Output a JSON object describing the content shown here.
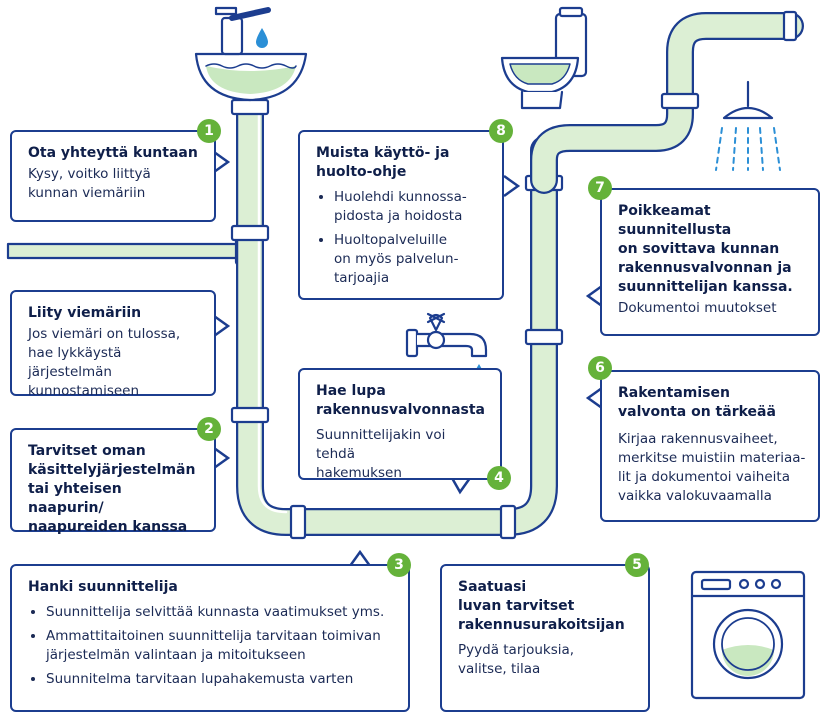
{
  "steps": {
    "s1": {
      "number": "1",
      "title": "Ota yhteyttä kuntaan",
      "lines": [
        "Kysy, voitko liittyä",
        "kunnan viemäriin"
      ]
    },
    "liity": {
      "title": "Liity viemäriin",
      "lines": [
        "Jos viemäri on tulossa,",
        "hae lykkäystä järjestelmän",
        "kunnostamiseen"
      ]
    },
    "s2": {
      "number": "2",
      "title_lines": [
        "Tarvitset oman",
        "käsittelyjärjestelmän",
        "tai yhteisen naapurin/",
        "naapureiden kanssa"
      ]
    },
    "s3": {
      "number": "3",
      "title": "Hanki suunnittelija",
      "bullets": [
        [
          "Suunnittelija selvittää kunnasta vaatimukset yms."
        ],
        [
          "Ammattitaitoinen suunnittelija tarvitaan toimivan",
          "järjestelmän valintaan ja mitoitukseen"
        ],
        [
          "Suunnitelma tarvitaan lupahakemusta varten"
        ]
      ]
    },
    "s4": {
      "number": "4",
      "title_lines": [
        "Hae lupa",
        "rakennusvalvonnasta"
      ],
      "lines": [
        "Suunnittelijakin voi tehdä",
        "hakemuksen"
      ]
    },
    "s5": {
      "number": "5",
      "title_lines": [
        "Saatuasi",
        "luvan tarvitset",
        "rakennusurakoitsijan"
      ],
      "lines": [
        "Pyydä tarjouksia,",
        "valitse, tilaa"
      ]
    },
    "s6": {
      "number": "6",
      "title_lines": [
        "Rakentamisen",
        "valvonta on tärkeää"
      ],
      "lines": [
        "Kirjaa rakennusvaiheet,",
        "merkitse muistiin materiaa-",
        "lit ja dokumentoi vaiheita",
        "vaikka valokuvaamalla"
      ]
    },
    "s7": {
      "number": "7",
      "title_lines": [
        "Poikkeamat",
        "suunnitellusta",
        "on sovittava kunnan",
        "rakennusvalvonnan ja",
        "suunnittelijan kanssa."
      ],
      "lines": [
        "Dokumentoi muutokset"
      ]
    },
    "s8": {
      "number": "8",
      "title_lines": [
        "Muista käyttö- ja",
        "huolto-ohje"
      ],
      "bullets": [
        [
          "Huolehdi kunnossa-",
          "pidosta ja hoidosta"
        ],
        [
          "Huoltopalveluille",
          "on myös palvelun-",
          "tarjoajia"
        ]
      ]
    }
  },
  "colors": {
    "navy": "#1c3d8f",
    "green": "#65b23a",
    "pipe_fill": "#dcefd4",
    "water": "#2b8fd6",
    "water_fill": "#c9e8c0"
  },
  "icons": [
    "sink-icon",
    "toilet-icon",
    "shower-icon",
    "tap-icon",
    "washing-machine-icon"
  ]
}
